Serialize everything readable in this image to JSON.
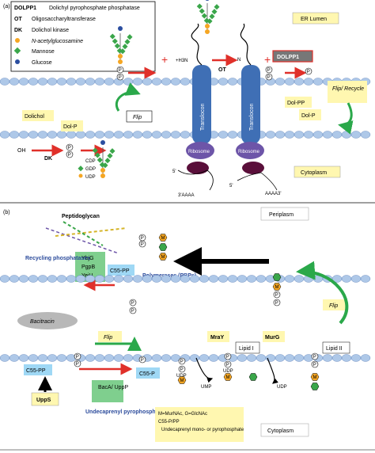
{
  "panel_a": {
    "label": "(a)",
    "legend": [
      {
        "key": "DOLPP1",
        "text": "Dolichyl pyrophosphate phosphatase"
      },
      {
        "key": "OT",
        "text": "Oligosaccharyltransferase"
      },
      {
        "key": "DK",
        "text": "Dolichol kinase"
      },
      {
        "key": "",
        "text": "N-acetylglucosamine",
        "marker": "#f5a623"
      },
      {
        "key": "",
        "text": "Mannose",
        "marker": "#3aa64a"
      },
      {
        "key": "",
        "text": "Glucose",
        "marker": "#2b4ea0"
      }
    ],
    "er_lumen": "ER Lumen",
    "cytoplasm": "Cytoplasm",
    "dolichol": "Dolichol",
    "dol_p_left": "Dol-P",
    "oh": "OH",
    "dk": "DK",
    "cdp": "CDP",
    "gdp": "GDP",
    "udp": "UDP",
    "flip": "Flip",
    "h3n": "+H3N",
    "n_end": "N",
    "ot": "OT",
    "translocon": "Translocon",
    "ribosome": "Ribosome",
    "five_prime": "5'",
    "polya_left": "3'AAAA",
    "polya_right": "AAAA3'",
    "dolpp1": "DOLPP1",
    "dol_pp": "Dol-PP",
    "dol_p_right": "Dol-P",
    "flip_recycle": "Flip/ Recycle",
    "p": "P"
  },
  "panel_b": {
    "label": "(b)",
    "periplasm": "Periplasm",
    "cytoplasm": "Cytoplasm",
    "peptidoglycan": "Peptidoglycan",
    "recycling": "Recycling phosphatases",
    "ybjg": "YbjG",
    "pgpb": "PgpB",
    "yeiu": "YeiU",
    "c55pp_top": "C55-PP",
    "polymerases": "Polymerases (PBPs)",
    "bacitracin": "Bacitracin",
    "flip_left": "Flip",
    "flip_right": "Flip",
    "mray": "MraY",
    "murg": "MurG",
    "lipid1": "Lipid I",
    "lipid2": "Lipid II",
    "c55pp_left": "C55-PP",
    "c55p": "C55-P",
    "bacauppp": "BacA/ UppP",
    "upps": "UppS",
    "undecaprenyl": "Undecaprenyl pyrophosphate phosphatase",
    "udp1": "UDP",
    "ump": "UMP",
    "udp2": "UDP",
    "udp3": "UDP",
    "key_line1": "M=MurNAc, G=GlcNAc",
    "key_line2": "C55-P/PP",
    "key_line3": "Undecaprenyl mono- or pyrophosphate",
    "m": "M",
    "g": "G"
  },
  "colors": {
    "membrane": "#aec8e8",
    "membrane_edge": "#5b7fb8",
    "yellow_box": "#fff7b0",
    "green_box": "#7fcf8e",
    "translocon": "#3f6fb5",
    "ribosome": "#6d55a8",
    "mrna_sub": "#5a0f3a",
    "arrow_red": "#e0302a",
    "arrow_green": "#2aa84a",
    "glcnac": "#f5a623",
    "mannose": "#3aa64a",
    "glucose": "#2b4ea0"
  }
}
